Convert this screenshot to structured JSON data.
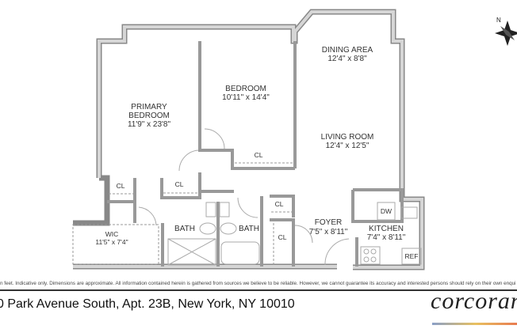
{
  "rooms": {
    "dining": {
      "name": "DINING AREA",
      "dims": "12'4\" x 8'8\""
    },
    "bedroom": {
      "name": "BEDROOM",
      "dims": "10'11\" x 14'4\""
    },
    "primary": {
      "name1": "PRIMARY",
      "name2": "BEDROOM",
      "dims": "11'9\" x 23'8\""
    },
    "living": {
      "name": "LIVING ROOM",
      "dims": "12'4\" x 12'5\""
    },
    "wic": {
      "name": "WIC",
      "dims": "11'5\" x 7'4\""
    },
    "bath1": {
      "name": "BATH"
    },
    "bath2": {
      "name": "BATH"
    },
    "foyer": {
      "name": "FOYER",
      "dims": "7'5\" x 8'11\""
    },
    "kitchen": {
      "name": "KITCHEN",
      "dims": "7'4\" x 8'11\""
    },
    "closet_label": "CL",
    "dw": "DW",
    "ref": "REF"
  },
  "compass": {
    "label": "N",
    "icon": "compass-rose-icon"
  },
  "disclaimer": "n feet. Indicative only. Dimensions are approximate. All information contained herein is gathered from sources we believe to be reliable. However, we cannot guarantee its accuracy and interested persons should rely on their own enqui",
  "address": "0 Park Avenue South, Apt. 23B, New York, NY 10010",
  "brand": {
    "logo": "corcoran",
    "colors": [
      "#8aa0c8",
      "#e8c060",
      "#e87850"
    ]
  },
  "colors": {
    "wall": "#d9d9d9",
    "wall_outline": "#777777"
  }
}
